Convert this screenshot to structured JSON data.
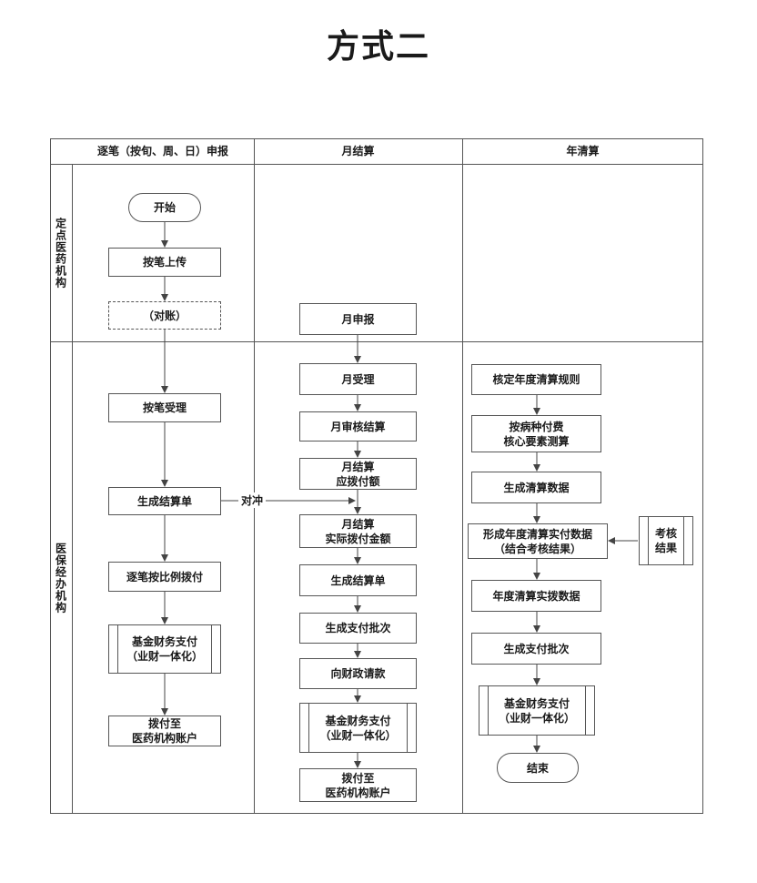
{
  "title": "方式二",
  "columns": [
    "逐笔（按旬、周、日）申报",
    "月结算",
    "年清算"
  ],
  "rows": [
    "定点医药机构",
    "医保经办机构"
  ],
  "col1": {
    "start": "开始",
    "upload": "按笔上传",
    "reconcile": "（对账）",
    "accept": "按笔受理",
    "gen_statement": "生成结算单",
    "pay_by_ratio": "逐笔按比例拨付",
    "fund_pay": [
      "基金财务支付",
      "（业财一体化）"
    ],
    "transfer": [
      "拨付至",
      "医药机构账户"
    ]
  },
  "offset_label": "对冲",
  "col2": {
    "declare": "月申报",
    "accept": "月受理",
    "review": "月审核结算",
    "payable": [
      "月结算",
      "应拨付额"
    ],
    "actual": [
      "月结算",
      "实际拨付金额"
    ],
    "gen_statement": "生成结算单",
    "gen_batch": "生成支付批次",
    "request_finance": "向财政请款",
    "fund_pay": [
      "基金财务支付",
      "（业财一体化）"
    ],
    "transfer": [
      "拨付至",
      "医药机构账户"
    ]
  },
  "col3": {
    "rules": "核定年度清算规则",
    "measure": [
      "按病种付费",
      "核心要素测算"
    ],
    "gen_data": "生成清算数据",
    "form_data": [
      "形成年度清算实付数据",
      "（结合考核结果）"
    ],
    "assessment": [
      "考核",
      "结果"
    ],
    "actual_data": "年度清算实拨数据",
    "gen_batch": "生成支付批次",
    "fund_pay": [
      "基金财务支付",
      "（业财一体化）"
    ],
    "end": "结束"
  }
}
